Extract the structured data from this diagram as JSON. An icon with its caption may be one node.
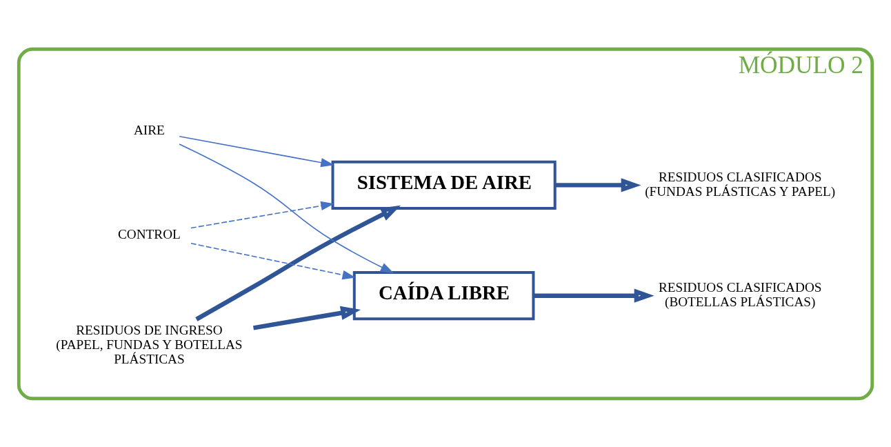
{
  "diagram": {
    "nodes": [
      {
        "text": [
          "MÓDULO 2"
        ]
      },
      {
        "text": [
          "RESIDUOS DE INGRESO (PAPEL, FUNDAS Y BOTELLAS PLÁSTICAS"
        ],
        "in": 0
      },
      {
        "text": [
          "AIRE"
        ],
        "in": 0
      },
      {
        "text": [
          "CONTROL"
        ],
        "in": 0
      },
      {
        "text": [
          "CAÍDA LIBRE"
        ],
        "in": 0
      },
      {
        "text": [
          "SISTEMA DE AIRE"
        ],
        "in": 0
      },
      {
        "text": [
          "RESIDUOS CLASIFICADOS (BOTELLAS PLÁSTICAS)"
        ],
        "in": 0
      },
      {
        "text": [
          "RESIDUOS CLASIFICADOS (FUNDAS PLÁSTICAS Y PAPEL)"
        ],
        "in": 0
      }
    ],
    "edges": [
      {
        "from": 1,
        "to": 4,
        "arrow": "to",
        "style": "thick",
        "color": "#2f5597"
      },
      {
        "from": 1,
        "to": 5,
        "arrow": "to",
        "style": "thick",
        "color": "#2f5597"
      },
      {
        "from": 2,
        "to": 4,
        "arrow": "to"
      },
      {
        "from": 2,
        "to": 5,
        "arrow": "to"
      },
      {
        "from": 3,
        "to": 4,
        "arrow": "to",
        "style": "dashed"
      },
      {
        "from": 3,
        "to": 5,
        "arrow": "to",
        "style": "dashed"
      },
      {
        "from": 4,
        "to": 6,
        "arrow": "to",
        "style": "thick",
        "color": "#2f5597"
      },
      {
        "from": 5,
        "to": 7,
        "arrow": "to",
        "style": "thick",
        "color": "#2f5597"
      }
    ]
  }
}
